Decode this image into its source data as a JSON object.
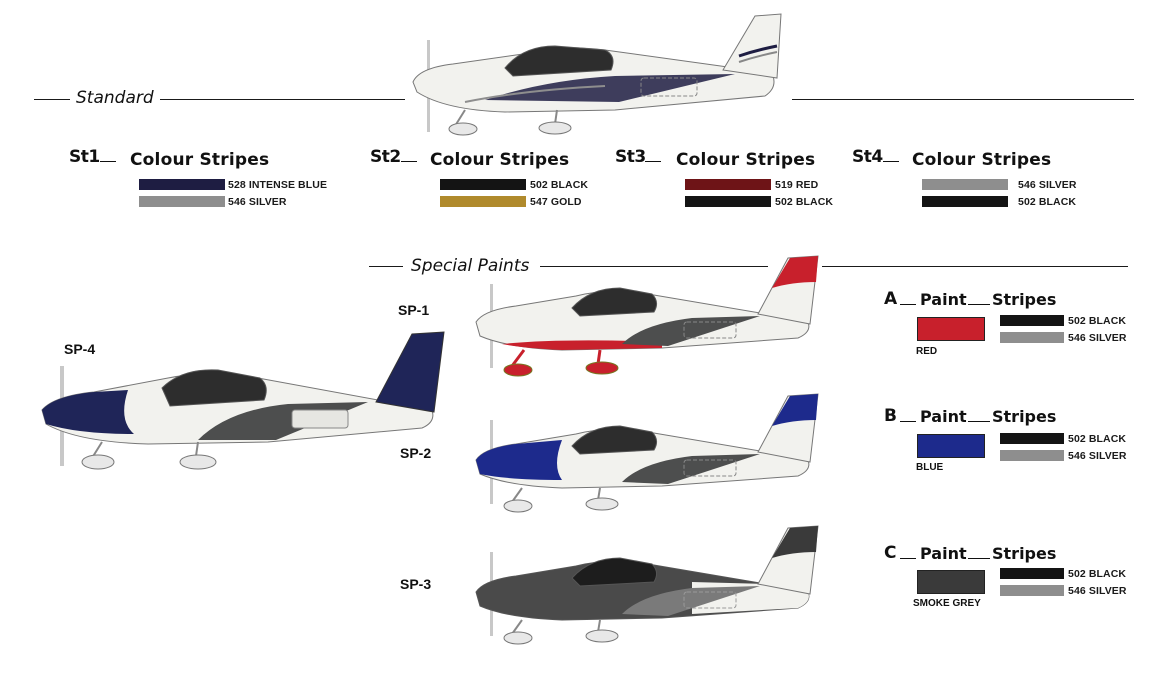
{
  "colors": {
    "intense_blue": "#1e1d42",
    "silver": "#8e8e8e",
    "black": "#141414",
    "gold": "#b08a2c",
    "red": "#7a1a1e",
    "paint_red": "#c8202c",
    "paint_blue": "#1d2a8c",
    "paint_smoke_grey": "#3a3a3a",
    "tail_navy": "#1f2558",
    "aircraft_white": "#efefea",
    "aircraft_grey": "#4d4e4e"
  },
  "standard": {
    "title": "Standard",
    "options": [
      {
        "code": "St1",
        "title": "Colour Stripes",
        "stripes": [
          {
            "name": "528 INTENSE BLUE",
            "color": "#1e1d42"
          },
          {
            "name": "546 SILVER",
            "color": "#8e8e8e"
          }
        ]
      },
      {
        "code": "St2",
        "title": "Colour Stripes",
        "stripes": [
          {
            "name": "502 BLACK",
            "color": "#141414"
          },
          {
            "name": "547 GOLD",
            "color": "#b08a2c"
          }
        ]
      },
      {
        "code": "St3",
        "title": "Colour Stripes",
        "stripes": [
          {
            "name": "519 RED",
            "color": "#6e1417"
          },
          {
            "name": "502 BLACK",
            "color": "#141414"
          }
        ]
      },
      {
        "code": "St4",
        "title": "Colour Stripes",
        "stripes": [
          {
            "name": "546 SILVER",
            "color": "#8e8e8e"
          },
          {
            "name": "502 BLACK",
            "color": "#141414"
          }
        ]
      }
    ]
  },
  "special": {
    "title": "Special Paints",
    "aircraft_labels": {
      "sp1": "SP-1",
      "sp2": "SP-2",
      "sp3": "SP-3",
      "sp4": "SP-4"
    },
    "options": [
      {
        "letter": "A",
        "paint_word": "Paint",
        "stripes_word": "Stripes",
        "paint_name": "RED",
        "paint_color": "#c8202c",
        "stripes": [
          {
            "name": "502 BLACK",
            "color": "#141414"
          },
          {
            "name": "546 SILVER",
            "color": "#8e8e8e"
          }
        ]
      },
      {
        "letter": "B",
        "paint_word": "Paint",
        "stripes_word": "Stripes",
        "paint_name": "BLUE",
        "paint_color": "#1d2a8c",
        "stripes": [
          {
            "name": "502 BLACK",
            "color": "#141414"
          },
          {
            "name": "546 SILVER",
            "color": "#8e8e8e"
          }
        ]
      },
      {
        "letter": "C",
        "paint_word": "Paint",
        "stripes_word": "Stripes",
        "paint_name": "SMOKE GREY",
        "paint_color": "#3a3a3a",
        "stripes": [
          {
            "name": "502 BLACK",
            "color": "#141414"
          },
          {
            "name": "546 SILVER",
            "color": "#8e8e8e"
          }
        ]
      }
    ]
  }
}
